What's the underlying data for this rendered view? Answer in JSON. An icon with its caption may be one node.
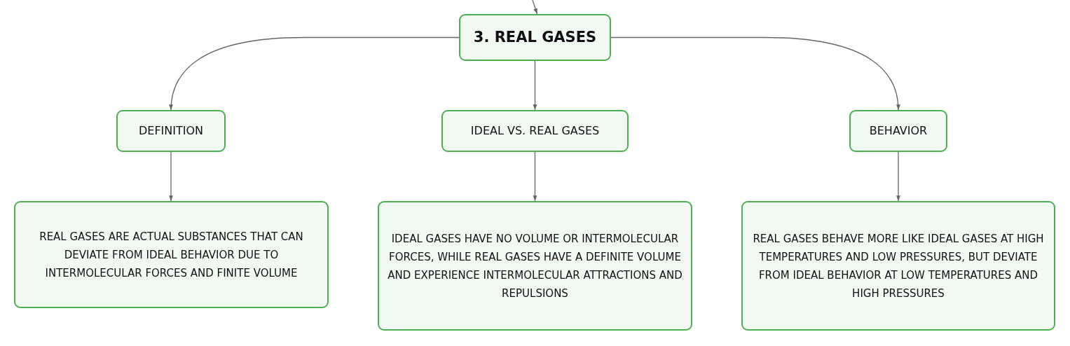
{
  "diagram": {
    "nodes": [
      {
        "text": [
          "3. REAL GASES"
        ]
      },
      {
        "text": [
          "DEFINITION"
        ]
      },
      {
        "text": [
          "IDEAL VS. REAL GASES"
        ]
      },
      {
        "text": [
          "BEHAVIOR"
        ]
      },
      {
        "text": [
          "REAL GASES ARE ACTUAL SUBSTANCES THAT CAN DEVIATE FROM IDEAL BEHAVIOR DUE TO INTERMOLECULAR FORCES AND FINITE VOLUME"
        ]
      },
      {
        "text": [
          "IDEAL GASES HAVE NO VOLUME OR INTERMOLECULAR FORCES, WHILE REAL GASES HAVE A DEFINITE VOLUME AND EXPERIENCE INTERMOLECULAR ATTRACTIONS AND REPULSIONS"
        ]
      },
      {
        "text": [
          "REAL GASES BEHAVE MORE LIKE IDEAL GASES AT HIGH TEMPERATURES AND LOW PRESSURES, BUT DEVIATE FROM IDEAL BEHAVIOR AT LOW TEMPERATURES AND HIGH PRESSURES"
        ]
      }
    ],
    "edges": [
      {
        "from": null,
        "to": 0,
        "arrow": "to"
      },
      {
        "from": 0,
        "to": 1,
        "arrow": "to"
      },
      {
        "from": 0,
        "to": 2,
        "arrow": "to"
      },
      {
        "from": 0,
        "to": 3,
        "arrow": "to"
      },
      {
        "from": 1,
        "to": 4,
        "arrow": "to"
      },
      {
        "from": 2,
        "to": 5,
        "arrow": "to"
      },
      {
        "from": 3,
        "to": 6,
        "arrow": "to"
      }
    ]
  }
}
